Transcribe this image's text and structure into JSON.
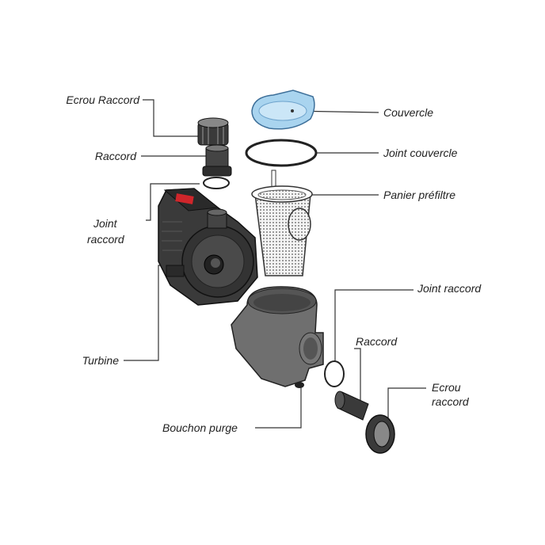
{
  "labels": {
    "ecrou_raccord_top": "Ecrou Raccord",
    "raccord_top": "Raccord",
    "joint_raccord_left_1": "Joint",
    "joint_raccord_left_2": "raccord",
    "turbine": "Turbine",
    "bouchon_purge": "Bouchon purge",
    "couvercle": "Couvercle",
    "joint_couvercle": "Joint couvercle",
    "panier_prefiltre": "Panier préfiltre",
    "joint_raccord_right": "Joint raccord",
    "raccord_right": "Raccord",
    "ecrou_raccord_right_1": "Ecrou",
    "ecrou_raccord_right_2": "raccord"
  },
  "colors": {
    "lid": "#a9d4ef",
    "body": "#3a3a3a",
    "housing": "#6f6f6f",
    "line": "#333333",
    "accent": "#d0262b"
  }
}
